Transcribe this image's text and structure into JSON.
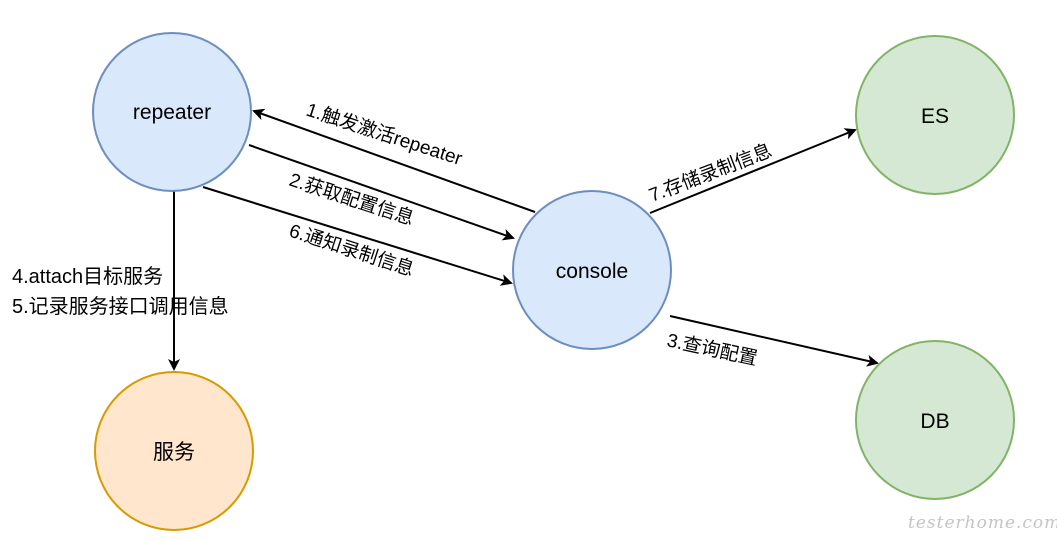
{
  "nodes": {
    "repeater": {
      "label": "repeater",
      "fill": "#dae8fc",
      "stroke": "#6c8ebf"
    },
    "console": {
      "label": "console",
      "fill": "#dae8fc",
      "stroke": "#6c8ebf"
    },
    "es": {
      "label": "ES",
      "fill": "#d5e8d4",
      "stroke": "#82b366"
    },
    "db": {
      "label": "DB",
      "fill": "#d5e8d4",
      "stroke": "#82b366"
    },
    "service": {
      "label": "服务",
      "fill": "#ffe6cc",
      "stroke": "#d79b00"
    }
  },
  "edges": {
    "trigger": {
      "label": "1.触发激活repeater"
    },
    "get_config": {
      "label": "2.获取配置信息"
    },
    "query_config": {
      "label": "3.查询配置"
    },
    "notify_record": {
      "label": "6.通知录制信息"
    },
    "store_record": {
      "label": "7.存储录制信息"
    },
    "attach": {
      "label_line1": "4.attach目标服务",
      "label_line2": "5.记录服务接口调用信息"
    }
  },
  "watermark": "testerhome.com"
}
